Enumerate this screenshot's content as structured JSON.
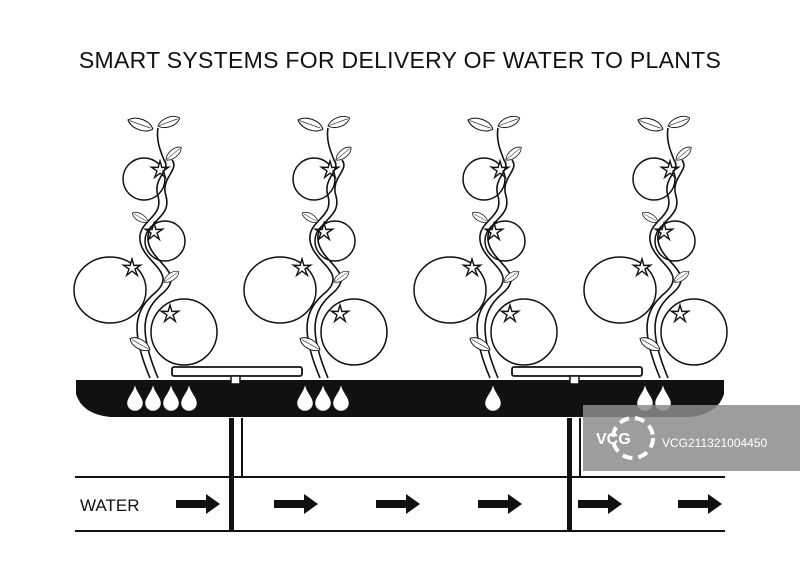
{
  "diagram": {
    "title": "SMART SYSTEMS FOR DELIVERY OF WATER TO PLANTS",
    "water_label": "WATER",
    "plants": [
      {
        "name": "plant-1",
        "drops": 4
      },
      {
        "name": "plant-2",
        "drops": 3
      },
      {
        "name": "plant-3",
        "drops": 1
      },
      {
        "name": "plant-4",
        "drops": 2
      }
    ],
    "flow_arrows": 6
  },
  "watermark": {
    "brand": "VCG",
    "code": "VCG211321004450"
  },
  "colors": {
    "ink": "#111111",
    "paper": "#ffffff",
    "watermark_bg": "#8c8c8c"
  }
}
